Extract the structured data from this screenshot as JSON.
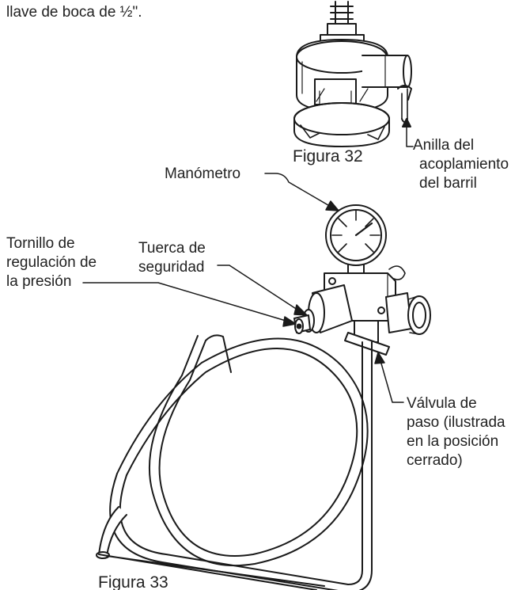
{
  "header_fragment": "llave de boca de ½\".",
  "figure32": {
    "caption": "Figura 32",
    "callout_coupler_ring": [
      "Anilla del",
      "acoplamiento",
      "del barril"
    ]
  },
  "figure33": {
    "caption": "Figura 33",
    "callout_gauge": "Manómetro",
    "callout_pressure_screw": [
      "Tornillo de",
      "regulación de",
      "la presión"
    ],
    "callout_lock_nut": [
      "Tuerca de",
      "seguridad"
    ],
    "callout_shutoff_valve": [
      "Válvula de",
      "paso (ilustrada",
      "en la posición",
      "cerrado)"
    ]
  },
  "colors": {
    "line": "#1a1a1a",
    "text": "#222222",
    "shade": "#cfcfcf",
    "background": "#ffffff"
  }
}
